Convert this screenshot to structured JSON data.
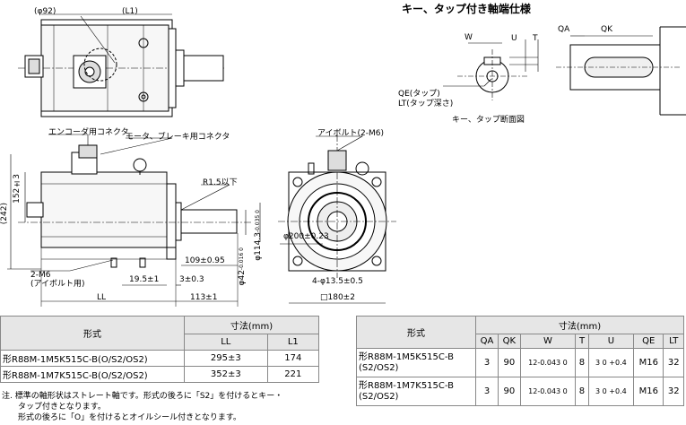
{
  "section_title": "キー、タップ付き軸端仕様",
  "top_view": {
    "phi92": "(φ92)",
    "L1": "(L1)"
  },
  "side_view": {
    "encoder_connector": "エンコーダ用コネクタ",
    "motor_brake_connector": "モータ、ブレーキ用コネクタ",
    "r_note": "R1.5以下",
    "dim_152": "152±3",
    "dim_242": "(242)",
    "dim_42": "φ42",
    "dim_42_tol": "-0.016 0",
    "dim_114": "φ114.3",
    "dim_114_tol": "-0.035 0",
    "dim_109": "109±0.95",
    "dim_3": "3±0.3",
    "dim_195": "19.5±1",
    "eyebolt_note": "2-M6\n(アイボルト用)",
    "dim_LL": "LL",
    "dim_113": "113±1"
  },
  "front_view": {
    "eyebolt": "アイボルト(2-M6)",
    "dim_200": "φ200±0.23",
    "dim_135": "4-φ13.5±0.5",
    "dim_180": "□180±2"
  },
  "key_detail": {
    "W": "W",
    "T": "T",
    "U": "U",
    "QA": "QA",
    "QK": "QK",
    "QE": "QE(タップ)",
    "LT": "LT(タップ深さ)",
    "section_label": "キー、タップ断面図"
  },
  "table1": {
    "model_header": "形式",
    "dim_header": "寸法(mm)",
    "columns": [
      "LL",
      "L1"
    ],
    "rows": [
      {
        "model": "形R88M-1M5K515C-B(O/S2/OS2)",
        "LL": "295±3",
        "L1": "174"
      },
      {
        "model": "形R88M-1M7K515C-B(O/S2/OS2)",
        "LL": "352±3",
        "L1": "221"
      }
    ]
  },
  "table2": {
    "model_header": "形式",
    "dim_header": "寸法(mm)",
    "columns": [
      "QA",
      "QK",
      "W",
      "T",
      "U",
      "QE",
      "LT"
    ],
    "rows": [
      {
        "model": "形R88M-1M5K515C-B\n(S2/OS2)",
        "QA": "3",
        "QK": "90",
        "W": "12-0.043 0",
        "T": "8",
        "U": "3 0 +0.4",
        "QE": "M16",
        "LT": "32"
      },
      {
        "model": "形R88M-1M7K515C-B\n(S2/OS2)",
        "QA": "3",
        "QK": "90",
        "W": "12-0.043 0",
        "T": "8",
        "U": "3 0 +0.4",
        "QE": "M16",
        "LT": "32"
      }
    ]
  },
  "notes": [
    "注. 標準の軸形状はストレート軸です。形式の後ろに「S2」を付けるとキー・",
    "　　タップ付きとなります。",
    "　　形式の後ろに「O」を付けるとオイルシール付きとなります。"
  ]
}
